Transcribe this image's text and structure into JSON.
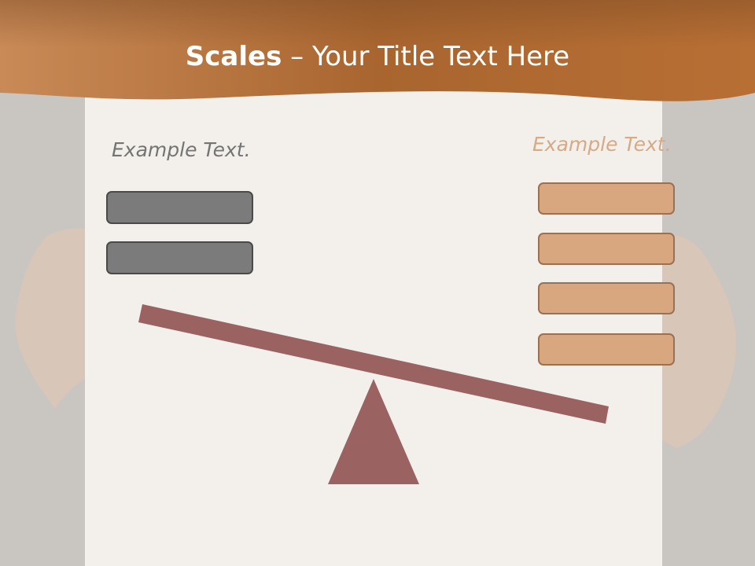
{
  "slide": {
    "title_bold": "Scales",
    "title_rest": " – Your Title Text Here",
    "left_label": "Example Text.",
    "right_label": "Example Text.",
    "left_boxes": [
      "",
      ""
    ],
    "right_boxes": [
      "",
      "",
      "",
      ""
    ]
  },
  "colors": {
    "header": "#b8743f",
    "beam": "#9a6362",
    "grey_box": "#7b7b7b",
    "orange_box": "#d9a77f",
    "left_label": "#747474",
    "right_label": "#d7a985"
  }
}
